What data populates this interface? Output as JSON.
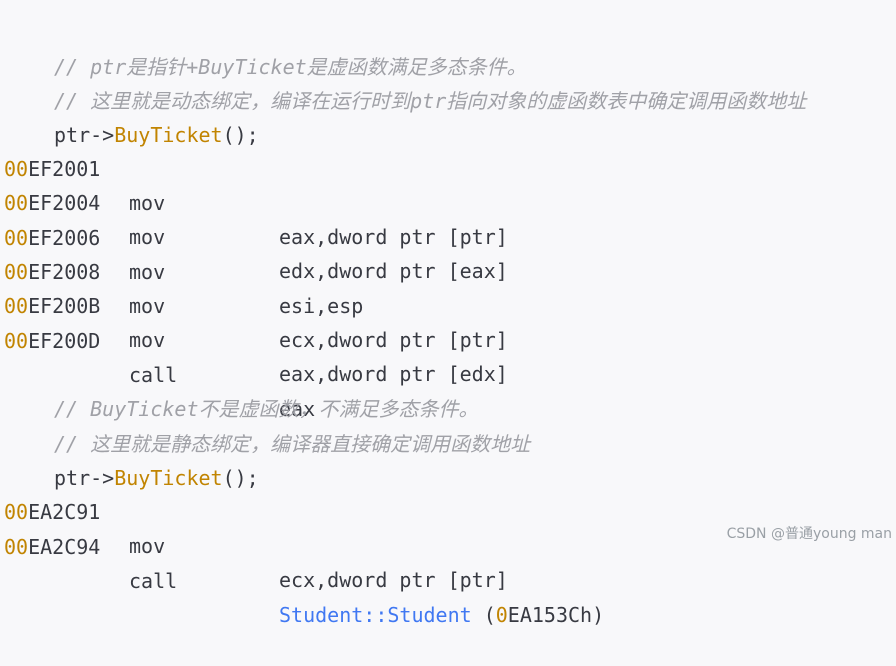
{
  "block1": {
    "comment1": "// ptr是指针+BuyTicket是虚函数满足多态条件。",
    "comment2": "// 这里就是动态绑定，编译在运行时到ptr指向对象的虚函数表中确定调用函数地址",
    "call_obj": "ptr->",
    "call_fn": "BuyTicket",
    "call_tail": "();",
    "asm": [
      {
        "prefix": "00",
        "rest": "EF2001",
        "op": "mov",
        "args": "eax,dword ptr [ptr]"
      },
      {
        "prefix": "00",
        "rest": "EF2004",
        "op": "mov",
        "args": "edx,dword ptr [eax]"
      },
      {
        "prefix": "00",
        "rest": "EF2006",
        "op": "mov",
        "args": "esi,esp"
      },
      {
        "prefix": "00",
        "rest": "EF2008",
        "op": "mov",
        "args": "ecx,dword ptr [ptr]"
      },
      {
        "prefix": "00",
        "rest": "EF200B",
        "op": "mov",
        "args": "eax,dword ptr [edx]"
      },
      {
        "prefix": "00",
        "rest": "EF200D",
        "op": "call",
        "args": "eax"
      }
    ]
  },
  "block2": {
    "comment1": "// BuyTicket不是虚函数，不满足多态条件。",
    "comment2": "// 这里就是静态绑定，编译器直接确定调用函数地址",
    "call_obj": "ptr->",
    "call_fn": "BuyTicket",
    "call_tail": "();",
    "asm": [
      {
        "prefix": "00",
        "rest": "EA2C91",
        "op": "mov",
        "args": "ecx,dword ptr [ptr]"
      },
      {
        "prefix": "00",
        "rest": "EA2C94",
        "op": "call",
        "target": "Student::Student",
        "arg_open": " (",
        "arg_prefix": "0",
        "arg_rest": "EA153Ch",
        "arg_close": ")"
      }
    ]
  },
  "watermark": "CSDN @普通young man",
  "colors": {
    "background": "#f8f8fa",
    "text": "#383a42",
    "comment": "#a0a1a7",
    "function": "#c18401",
    "address_prefix": "#c18401",
    "call_target": "#4078f2"
  }
}
